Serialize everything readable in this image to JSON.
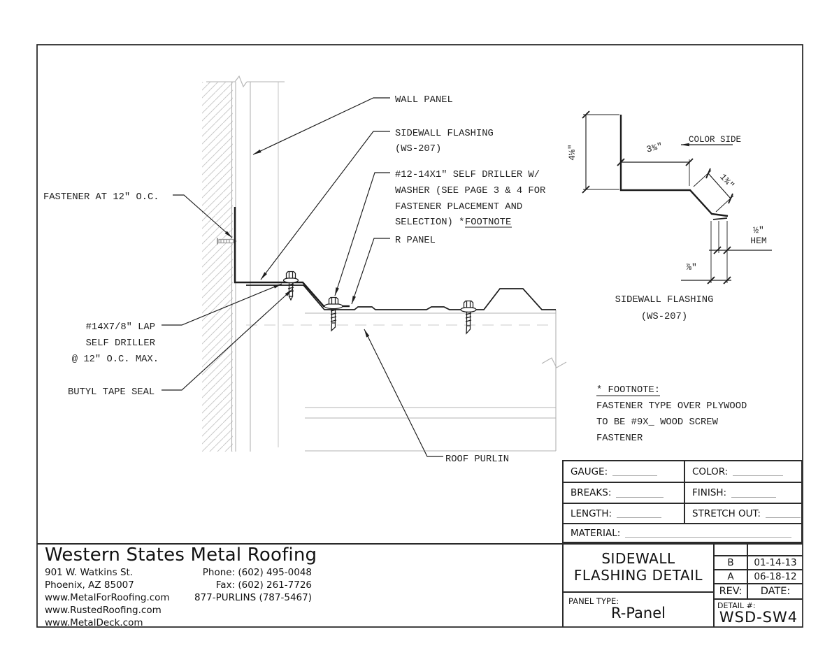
{
  "colors": {
    "line": "#1c1c1c",
    "secondary_line": "#b3b3b3",
    "paper": "#ffffff"
  },
  "drawing_labels": {
    "fastener_oc": "FASTENER AT 12\" O.C.",
    "wall_panel": "WALL PANEL",
    "sidewall_flashing_1": "SIDEWALL FLASHING",
    "sidewall_flashing_2": "(WS-207)",
    "self_driller_1": "#12-14X1\" SELF DRILLER W/",
    "self_driller_2": "WASHER (SEE PAGE 3 & 4 FOR",
    "self_driller_3": "FASTENER PLACEMENT AND",
    "self_driller_4a": "SELECTION) *",
    "self_driller_4b": "FOOTNOTE",
    "r_panel": "R PANEL",
    "lap_driller_1": "#14X7/8\" LAP",
    "lap_driller_2": "SELF DRILLER",
    "lap_driller_3": "@ 12\" O.C. MAX.",
    "butyl": "BUTYL TAPE SEAL",
    "roof_purlin": "ROOF PURLIN"
  },
  "profile_detail": {
    "dim_height": "4⅛\"",
    "dim_top": "3¾\"",
    "dim_diag": "1¾\"",
    "color_side": "COLOR SIDE",
    "dim_hem_num": "½\"",
    "dim_hem_label": "HEM",
    "dim_bottom": "⅞\"",
    "caption_1": "SIDEWALL FLASHING",
    "caption_2": "(WS-207)"
  },
  "footnote": {
    "title": "* FOOTNOTE:",
    "line1": "FASTENER TYPE OVER PLYWOOD",
    "line2": "TO BE #9X_ WOOD SCREW",
    "line3": "FASTENER"
  },
  "spec_table": {
    "gauge": "GAUGE:",
    "color": "COLOR:",
    "breaks": "BREAKS:",
    "finish": "FINISH:",
    "length": "LENGTH:",
    "stretch_out": "STRETCH OUT:",
    "material": "MATERIAL:"
  },
  "title_block": {
    "title_1": "SIDEWALL",
    "title_2": "FLASHING DETAIL",
    "panel_type_label": "PANEL TYPE:",
    "panel_type": "R-Panel",
    "rev_b": "B",
    "rev_b_date": "01-14-13",
    "rev_a": "A",
    "rev_a_date": "06-18-12",
    "rev_label": "REV:",
    "date_label": "DATE:",
    "detail_label": "DETAIL #:",
    "detail_number": "WSD-SW4"
  },
  "company": {
    "name": "Western States Metal Roofing",
    "address_1": "901 W. Watkins St.",
    "address_2": "Phoenix, AZ 85007",
    "web_1": "www.MetalForRoofing.com",
    "web_2": "www.RustedRoofing.com",
    "web_3": "www.MetalDeck.com",
    "phone": "Phone: (602) 495-0048",
    "fax": "Fax: (602) 261-7726",
    "tollfree": "877-PURLINS (787-5467)"
  }
}
